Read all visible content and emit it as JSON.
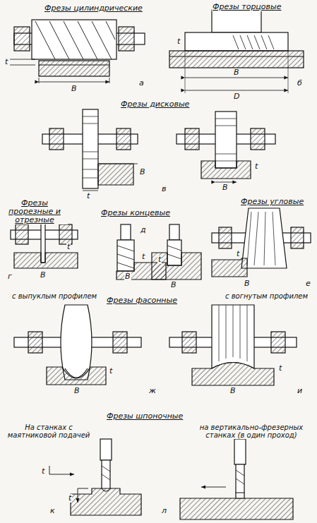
{
  "diagram": {
    "labels": [
      "Фрезы цилиндрические",
      "Фрезы торцовые",
      "t",
      "B",
      "а",
      "t",
      "B",
      "D",
      "б",
      "Фрезы дисковые",
      "t",
      "B",
      "B",
      "t",
      "в",
      "Фрезы прорезные и отрезные",
      "Фрезы концевые",
      "Фрезы угловые",
      "t",
      "B",
      "г",
      "д",
      "B",
      "t",
      "B",
      "t",
      "B",
      "t",
      "е",
      "с выпуклым профилем",
      "Фрезы фасонные",
      "с вогнутым профилем",
      "B",
      "t",
      "ж",
      "B",
      "t",
      "и",
      "Фрезы шпоночные",
      "На станках с маятниковой подачей",
      "t",
      "t",
      "к",
      "на вертикально-фрезерных станках (в один проход)",
      "л"
    ]
  }
}
